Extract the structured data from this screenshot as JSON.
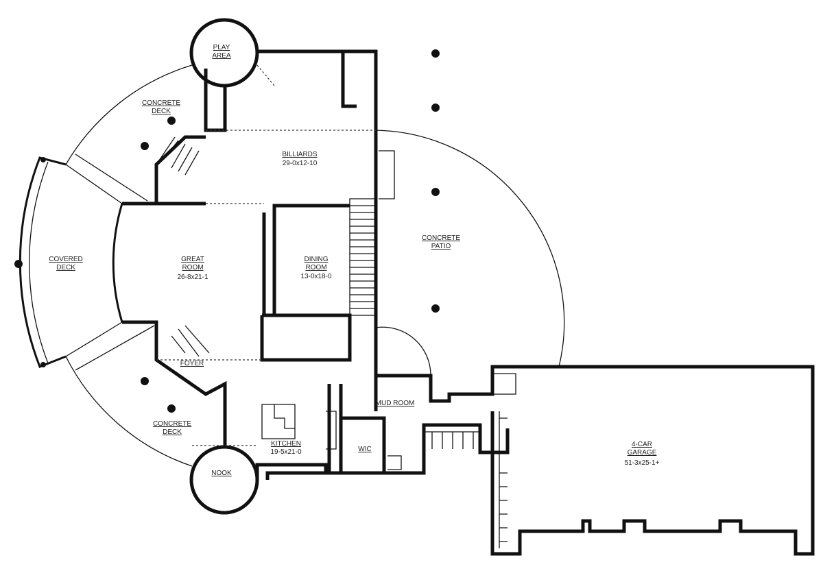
{
  "rooms": {
    "play_area": {
      "name_1": "PLAY",
      "name_2": "AREA"
    },
    "concrete_deck_top": {
      "name_1": "CONCRETE",
      "name_2": "DECK"
    },
    "billiards": {
      "name": "BILLIARDS",
      "size": "29-0x12-10"
    },
    "concrete_patio": {
      "name_1": "CONCRETE",
      "name_2": "PATIO"
    },
    "covered_deck": {
      "name_1": "COVERED",
      "name_2": "DECK"
    },
    "great_room": {
      "name_1": "GREAT",
      "name_2": "ROOM",
      "size": "26-8x21-1"
    },
    "dining_room": {
      "name_1": "DINING",
      "name_2": "ROOM",
      "size": "13-0x18-0"
    },
    "foyer": {
      "name": "FOYER"
    },
    "concrete_deck_bottom": {
      "name_1": "CONCRETE",
      "name_2": "DECK"
    },
    "kitchen": {
      "name": "KITCHEN",
      "size": "19-5x21-0"
    },
    "mud_room": {
      "name": "MUD ROOM"
    },
    "wic": {
      "name": "WIC"
    },
    "nook": {
      "name": "NOOK"
    },
    "garage": {
      "name_1": "4-CAR",
      "name_2": "GARAGE",
      "size": "51-3x25-1+"
    }
  }
}
